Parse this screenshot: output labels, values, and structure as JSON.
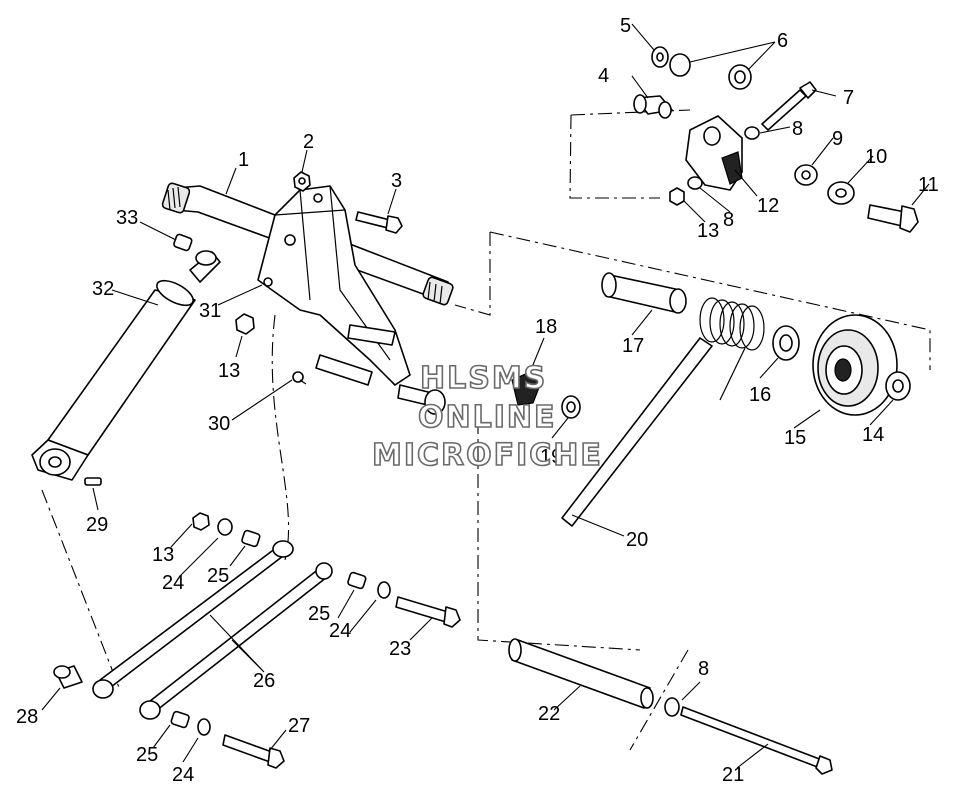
{
  "diagram": {
    "callouts": [
      "1",
      "2",
      "3",
      "4",
      "5",
      "6",
      "7",
      "8",
      "8",
      "8",
      "9",
      "10",
      "11",
      "12",
      "13",
      "13",
      "13",
      "14",
      "15",
      "16",
      "17",
      "18",
      "19",
      "20",
      "21",
      "22",
      "23",
      "24",
      "24",
      "24",
      "25",
      "25",
      "25",
      "26",
      "27",
      "28",
      "29",
      "30",
      "31",
      "32",
      "33"
    ]
  },
  "watermark": {
    "line1": "HLSMS",
    "line2": "ONLINE",
    "line3": "MICROFICHE"
  }
}
